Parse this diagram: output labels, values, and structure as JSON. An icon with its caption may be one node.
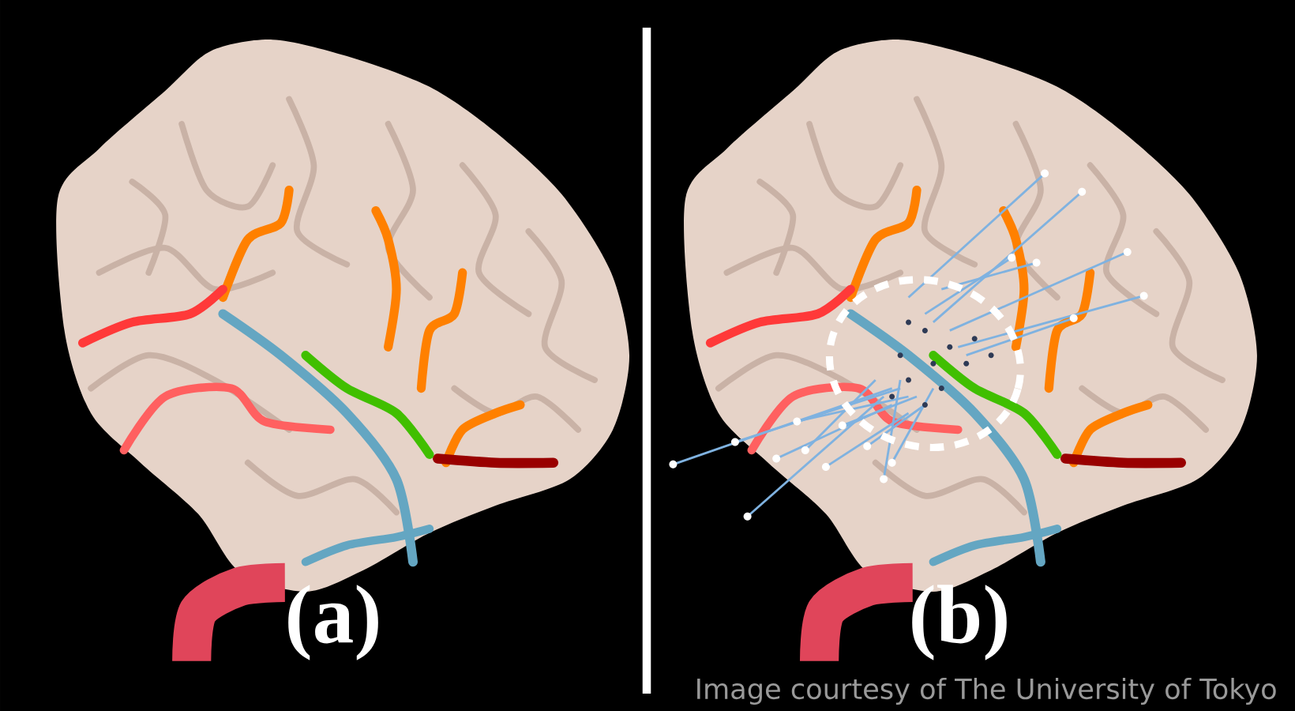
{
  "diagram": {
    "labels": [
      "(a)",
      "(b)",
      "Image courtesy of The University of Tokyo"
    ]
  }
}
